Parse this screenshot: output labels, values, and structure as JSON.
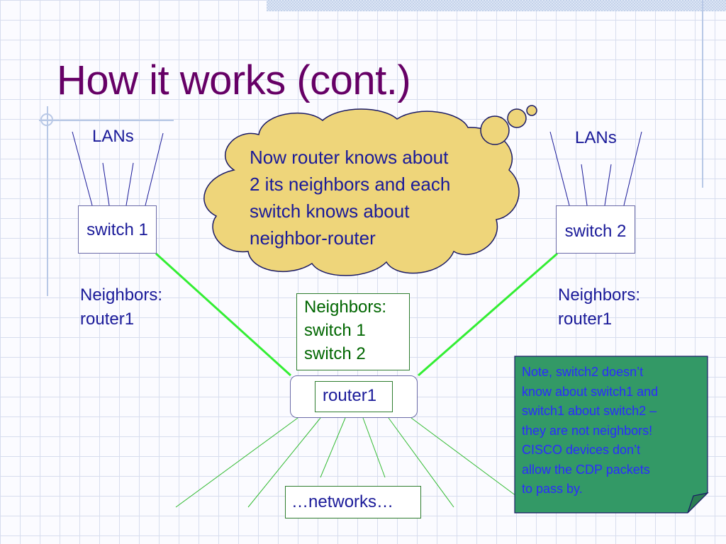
{
  "slide": {
    "title": "How it works (cont.)"
  },
  "left_switch": {
    "lans_label": "LANs",
    "name": "switch 1",
    "neighbors_heading": "Neighbors:",
    "neighbors": [
      "router1"
    ]
  },
  "right_switch": {
    "lans_label": "LANs",
    "name": "switch 2",
    "neighbors_heading": "Neighbors:",
    "neighbors": [
      "router1"
    ]
  },
  "router": {
    "name": "router1",
    "neighbors_heading": "Neighbors:",
    "neighbors": [
      "switch 1",
      "switch 2"
    ]
  },
  "networks_label": "…networks…",
  "cloud": {
    "lines": [
      "Now router knows about",
      "2 its neighbors and each",
      "switch knows about",
      "neighbor-router"
    ]
  },
  "note": {
    "lines": [
      "Note, switch2 doesn’t",
      "know about switch1 and",
      "switch1 about switch2 –",
      "they are not neighbors!",
      "CISCO devices don’t",
      "allow the CDP packets",
      "to pass by."
    ]
  },
  "colors": {
    "title": "#660066",
    "text": "#1a1a99",
    "cdp_link": "#33ee33",
    "cloud_fill": "#eed57a",
    "note_fill": "#339966",
    "note_text": "#2b2bff",
    "router_box_text": "#1a1a99",
    "neighbors_box_text": "#006600"
  }
}
